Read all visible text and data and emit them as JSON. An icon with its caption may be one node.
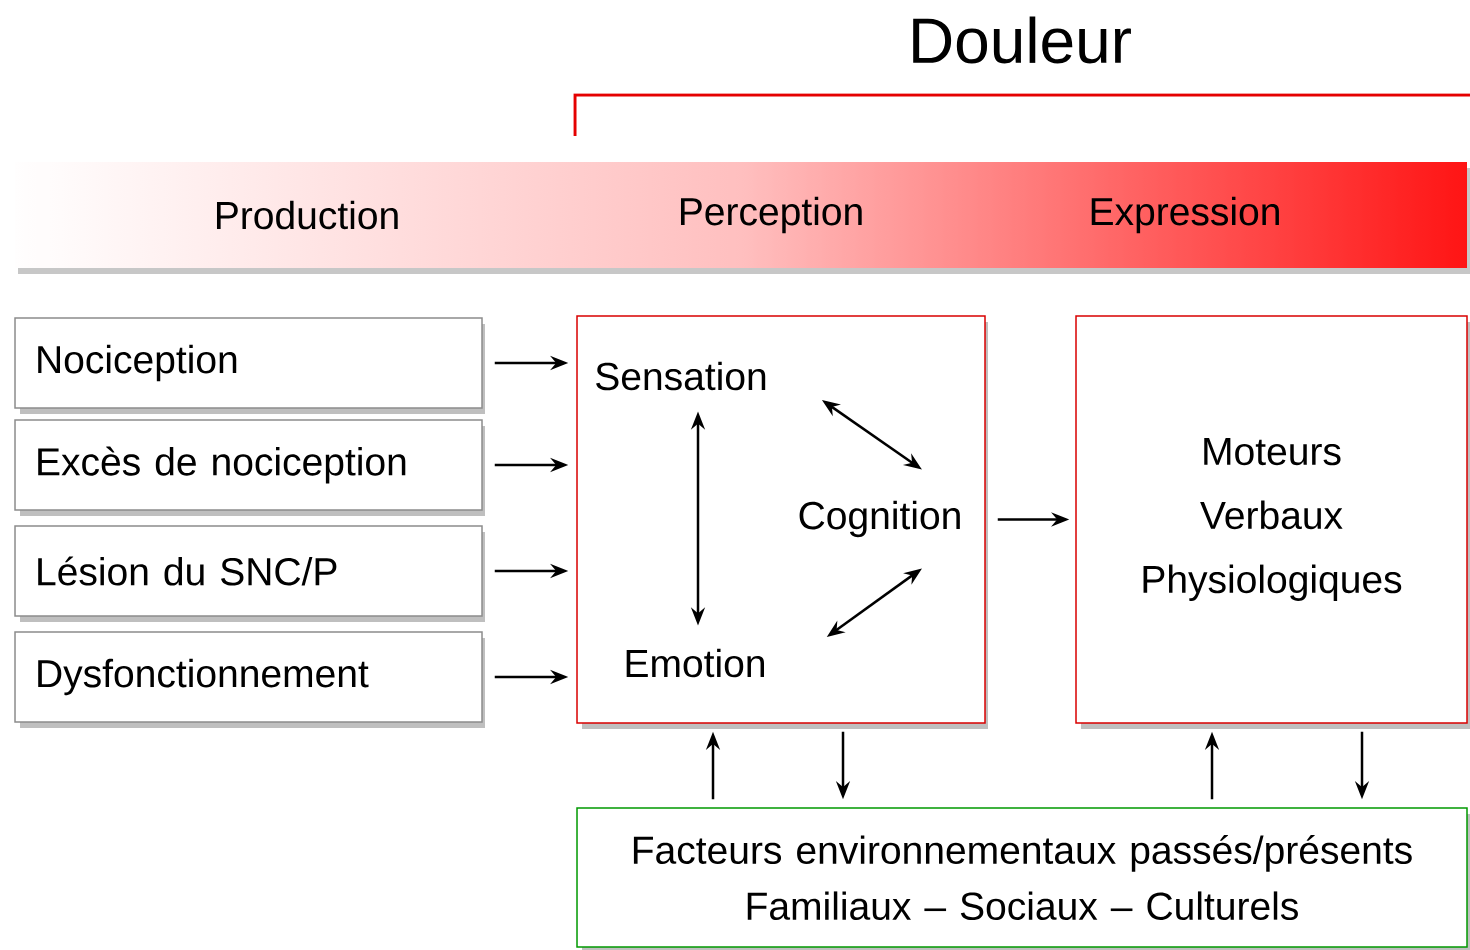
{
  "diagram": {
    "title": "Douleur",
    "nodes": [
      {
        "text": [
          "Production",
          "Perception",
          "Expression"
        ]
      },
      {
        "text": [
          "Nociception"
        ]
      },
      {
        "text": [
          "Excès de nociception"
        ]
      },
      {
        "text": [
          "Lésion du SNC/P"
        ]
      },
      {
        "text": [
          "Dysfonctionnement"
        ]
      },
      {
        "text": [],
        "shape": "box"
      },
      {
        "text": [
          "Sensation"
        ],
        "in": 5
      },
      {
        "text": [
          "Cognition"
        ],
        "in": 5
      },
      {
        "text": [
          "Emotion"
        ],
        "in": 5
      },
      {
        "text": [
          "Moteurs",
          "Verbaux",
          "Physiologiques"
        ]
      },
      {
        "text": [
          "Facteurs environnementaux passés/présents",
          "Familiaux – Sociaux – Culturels"
        ]
      }
    ],
    "edges": [
      {
        "from": 1,
        "to": 5,
        "arrow": "to"
      },
      {
        "from": 2,
        "to": 5,
        "arrow": "to"
      },
      {
        "from": 3,
        "to": 5,
        "arrow": "to"
      },
      {
        "from": 4,
        "to": 5,
        "arrow": "to"
      },
      {
        "from": 6,
        "to": 8,
        "arrow": "both"
      },
      {
        "from": 6,
        "to": 7,
        "arrow": "both"
      },
      {
        "from": 8,
        "to": 7,
        "arrow": "both"
      },
      {
        "from": 5,
        "to": 9,
        "arrow": "to"
      },
      {
        "from": 10,
        "to": 5,
        "arrow": "to"
      },
      {
        "from": 5,
        "to": 10,
        "arrow": "to"
      },
      {
        "from": 10,
        "to": 9,
        "arrow": "to"
      },
      {
        "from": 9,
        "to": 10,
        "arrow": "to"
      }
    ]
  }
}
